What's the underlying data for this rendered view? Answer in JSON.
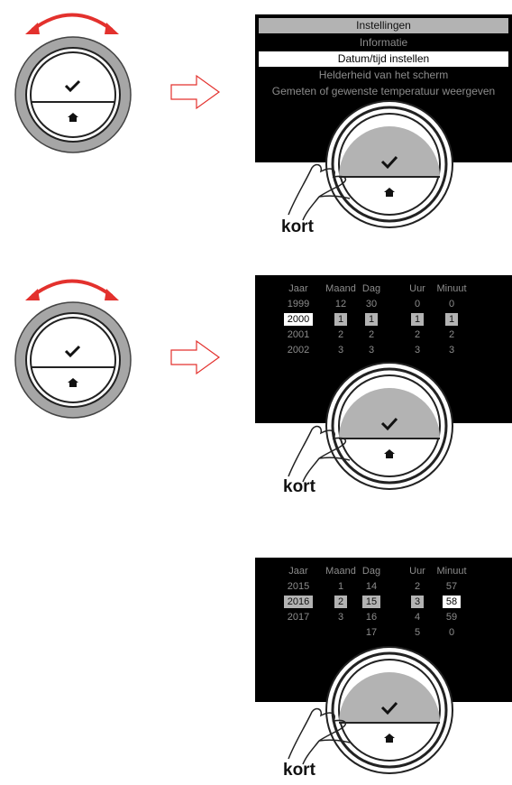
{
  "panel1": {
    "menu": [
      {
        "label": "Instellingen",
        "state": "header"
      },
      {
        "label": "Informatie",
        "state": "normal"
      },
      {
        "label": "Datum/tijd instellen",
        "state": "selected"
      },
      {
        "label": "Helderheid van het scherm",
        "state": "normal"
      },
      {
        "label": "Gemeten of gewenste temperatuur weergeven",
        "state": "normal"
      }
    ],
    "press_label": "kort"
  },
  "panel2": {
    "headers": [
      "Jaar",
      "Maand",
      "Dag",
      "Uur",
      "Minuut"
    ],
    "rows": [
      [
        "1999",
        "12",
        "30",
        "0",
        "0"
      ],
      [
        "2000",
        "1",
        "1",
        "1",
        "1"
      ],
      [
        "2001",
        "2",
        "2",
        "2",
        "2"
      ],
      [
        "2002",
        "3",
        "3",
        "3",
        "3"
      ]
    ],
    "highlight_row": 1,
    "active_column": 0,
    "press_label": "kort"
  },
  "panel3": {
    "headers": [
      "Jaar",
      "Maand",
      "Dag",
      "Uur",
      "Minuut"
    ],
    "columns": [
      [
        "2015",
        "2016",
        "2017",
        ""
      ],
      [
        "1",
        "2",
        "3",
        ""
      ],
      [
        "14",
        "15",
        "16",
        "17"
      ],
      [
        "2",
        "3",
        "4",
        "5"
      ],
      [
        "57",
        "58",
        "59",
        "0"
      ]
    ],
    "highlight_row": 1,
    "active_column": 4,
    "press_label": "kort"
  },
  "colors": {
    "arrow_red": "#e3312d",
    "arrow_outline": "#e3312d",
    "screen": "#000000",
    "dial_grey": "#b3b3b3"
  },
  "icons": [
    "rotate-arrow-icon",
    "checkmark-icon",
    "home-icon",
    "hand-press-icon",
    "next-arrow-icon"
  ]
}
